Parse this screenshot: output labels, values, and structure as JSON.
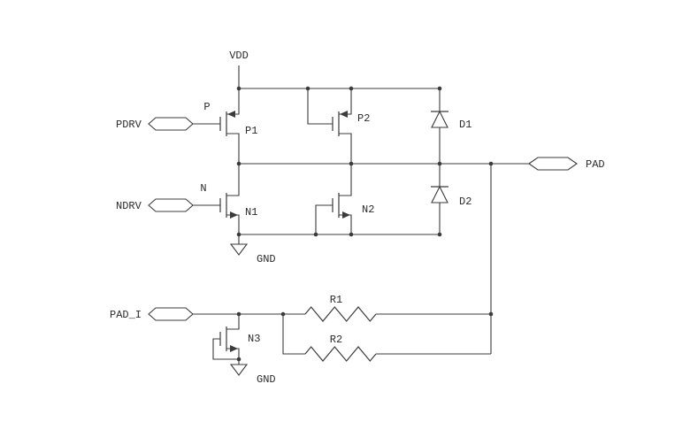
{
  "schematic": {
    "colors": {
      "background": "#ffffff",
      "stroke": "#3b3b3b",
      "text": "#2b2b2b"
    },
    "power": {
      "vdd": "VDD",
      "gnd1": "GND",
      "gnd2": "GND"
    },
    "ports": {
      "pdrv": {
        "label": "PDRV"
      },
      "ndrv": {
        "label": "NDRV"
      },
      "pad": {
        "label": "PAD"
      },
      "pad_i": {
        "label": "PAD_I"
      }
    },
    "nets": {
      "p": "P",
      "n": "N"
    },
    "devices": {
      "p1": {
        "label": "P1",
        "type": "pmos"
      },
      "p2": {
        "label": "P2",
        "type": "pmos"
      },
      "n1": {
        "label": "N1",
        "type": "nmos"
      },
      "n2": {
        "label": "N2",
        "type": "nmos"
      },
      "n3": {
        "label": "N3",
        "type": "nmos"
      },
      "d1": {
        "label": "D1",
        "type": "diode"
      },
      "d2": {
        "label": "D2",
        "type": "diode"
      },
      "r1": {
        "label": "R1",
        "type": "resistor"
      },
      "r2": {
        "label": "R2",
        "type": "resistor"
      }
    }
  }
}
